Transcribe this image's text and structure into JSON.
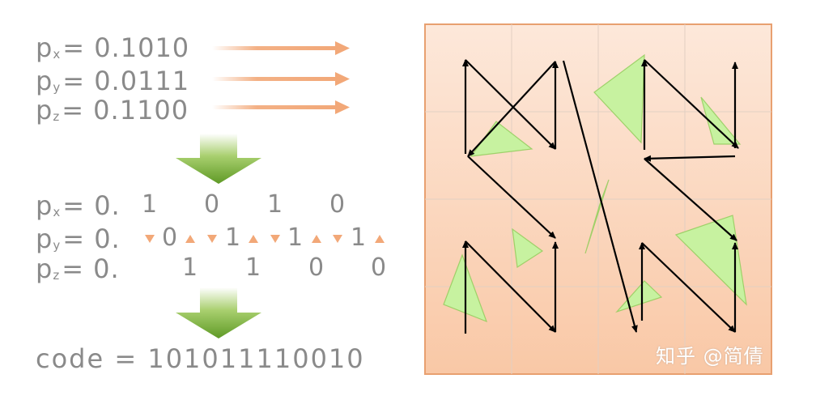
{
  "coords": {
    "px": {
      "base": "p",
      "sub": "x",
      "value": "= 0.1010"
    },
    "py": {
      "base": "p",
      "sub": "y",
      "value": "= 0.0111"
    },
    "pz": {
      "base": "p",
      "sub": "z",
      "value": "= 0.1100"
    }
  },
  "split": {
    "px": {
      "base": "p",
      "sub": "x",
      "prefix": "= 0.",
      "bits": [
        "1",
        "0",
        "1",
        "0"
      ]
    },
    "py": {
      "base": "p",
      "sub": "y",
      "prefix": "= 0.",
      "bits": [
        "0",
        "1",
        "1",
        "1"
      ]
    },
    "pz": {
      "base": "p",
      "sub": "z",
      "prefix": "= 0.",
      "bits": [
        "1",
        "1",
        "0",
        "0"
      ]
    }
  },
  "result": {
    "label": "code =",
    "value": "101011110010"
  },
  "watermark": "知乎 @简倩",
  "colors": {
    "text": "#8a8a8a",
    "orange_arrow": "#f2a878",
    "green_arrow": "#6ea22e",
    "grid_border": "#e8a070",
    "grid_fill_top": "#fde5d6",
    "grid_fill_bottom": "#f9c9a8",
    "triangle_fill": "#c7f2a0",
    "triangle_stroke": "#8ecb58",
    "curve": "#000000"
  }
}
